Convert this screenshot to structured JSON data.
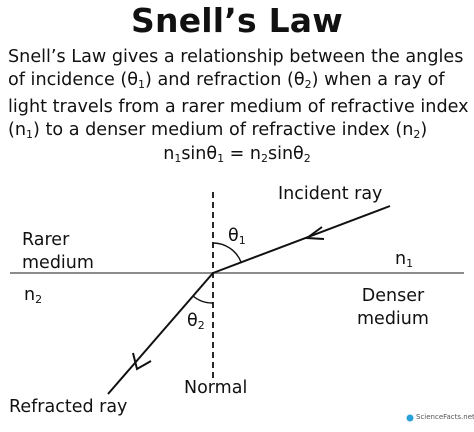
{
  "title": "Snell’s Law",
  "description": {
    "line1": "Snell’s Law gives a relationship between the angles",
    "line2_pre": "of incidence (θ",
    "line2_sub1": "1",
    "line2_mid": ") and refraction (θ",
    "line2_sub2": "2",
    "line2_post": ") when a ray of",
    "line3": "light travels from a rarer medium of refractive index",
    "line4_pre": "(n",
    "line4_sub1": "1",
    "line4_mid": ") to a denser medium of refractive index (n",
    "line4_sub2": "2",
    "line4_post": ")"
  },
  "equation": {
    "n": "n",
    "s1": "1",
    "sin_theta": "sinθ",
    "t1": "1",
    "eq": " = ",
    "n2": "n",
    "s2": "2",
    "sin_theta2": "sinθ",
    "t2": "2"
  },
  "labels": {
    "incident_ray": "Incident ray",
    "refracted_ray": "Refracted ray",
    "rarer_medium_1": "Rarer",
    "rarer_medium_2": "medium",
    "denser_medium_1": "Denser",
    "denser_medium_2": "medium",
    "normal": "Normal",
    "n1_letter": "n",
    "n1_sub": "1",
    "n2_letter": "n",
    "n2_sub": "2",
    "theta1_letter": "θ",
    "theta1_sub": "1",
    "theta2_letter": "θ",
    "theta2_sub": "2"
  },
  "logo": "ScienceFacts.net"
}
